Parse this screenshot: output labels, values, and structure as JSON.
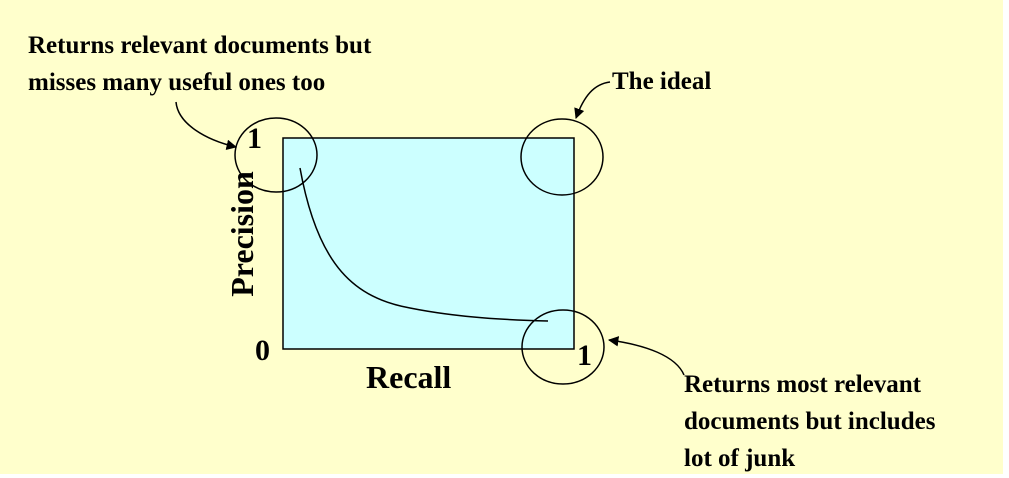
{
  "annotations": {
    "top_left": [
      "Returns relevant documents but",
      "misses many useful ones too"
    ],
    "ideal": "The ideal",
    "bottom_right": [
      "Returns most relevant",
      "documents but includes",
      "lot of  junk"
    ]
  },
  "axes": {
    "xlabel": "Recall",
    "ylabel": "Precision",
    "y_max_tick": "1",
    "origin_tick": "0",
    "x_max_tick": "1"
  },
  "colors": {
    "background": "#ffffcc",
    "plot_fill": "#ccffff",
    "stroke": "#000000"
  }
}
